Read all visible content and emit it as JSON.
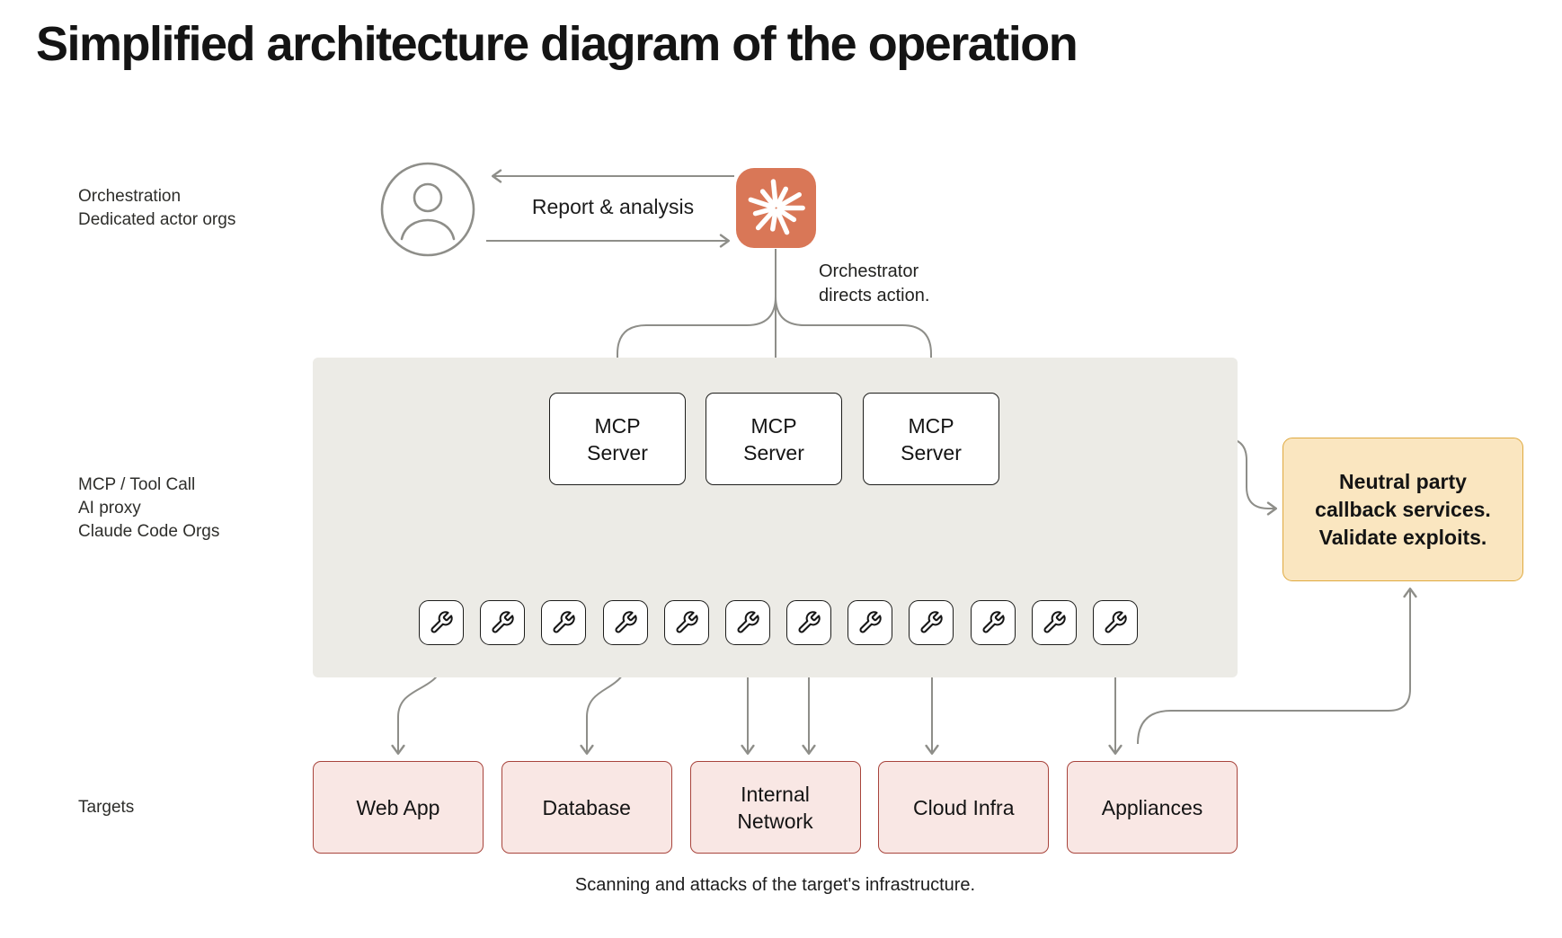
{
  "title": "Simplified architecture diagram of the operation",
  "colors": {
    "claude_orange": "#D97757",
    "panel_gray": "#ECEBE6",
    "target_fill": "#F9E7E4",
    "target_border": "#A8443C",
    "callback_fill": "#FAE6C0",
    "callback_border": "#DFA93F",
    "arrow_gray": "#8E8E89"
  },
  "row_labels": {
    "orchestration": "Orchestration\nDedicated actor orgs",
    "mcp": "MCP / Tool Call\nAI proxy\nClaude Code Orgs",
    "targets": "Targets"
  },
  "top": {
    "report_label": "Report & analysis",
    "orchestrator_note": "Orchestrator\ndirects action."
  },
  "mcp_servers": [
    {
      "label": "MCP\nServer"
    },
    {
      "label": "MCP\nServer"
    },
    {
      "label": "MCP\nServer"
    }
  ],
  "tools": {
    "icon": "wrench-icon",
    "count": 12
  },
  "targets": [
    {
      "label": "Web App"
    },
    {
      "label": "Database"
    },
    {
      "label": "Internal\nNetwork"
    },
    {
      "label": "Cloud Infra"
    },
    {
      "label": "Appliances"
    }
  ],
  "callback_box": {
    "label": "Neutral party\ncallback services.\nValidate exploits."
  },
  "caption": "Scanning and attacks of the target's infrastructure."
}
